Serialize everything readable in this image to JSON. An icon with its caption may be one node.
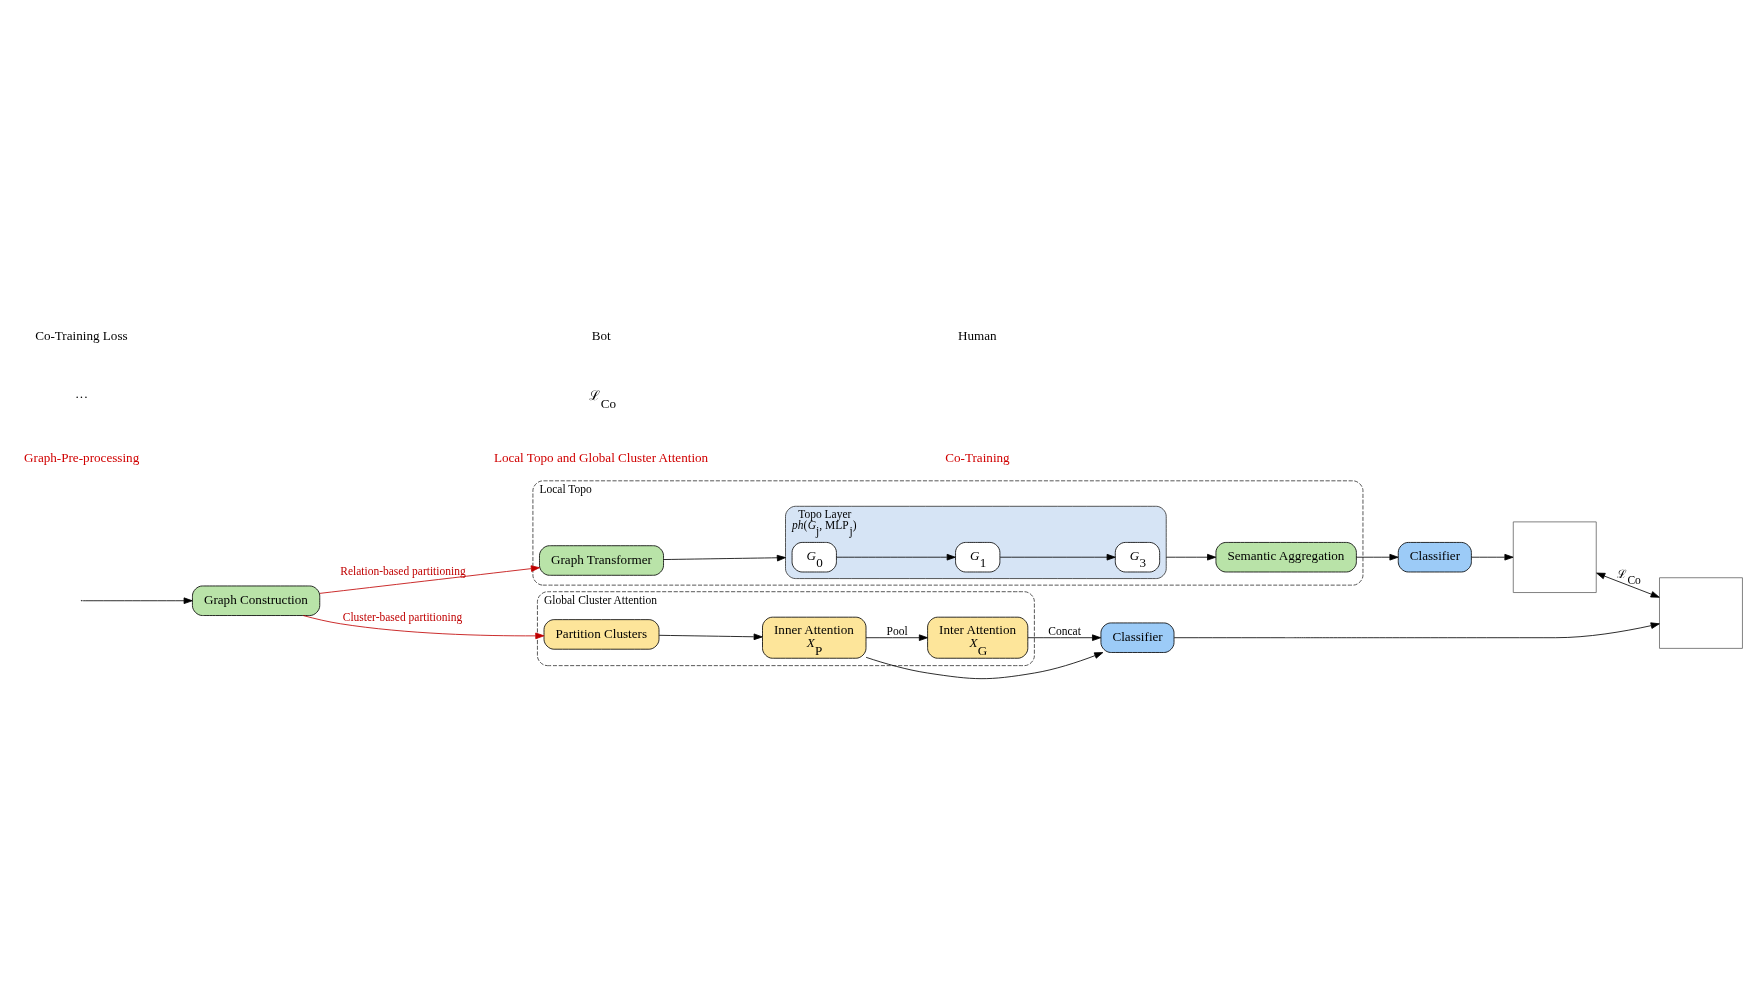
{
  "diagram": {
    "nodes": [
      {
        "text": [
          "Graph Construction"
        ]
      },
      {
        "text": [
          "Local Topo"
        ]
      },
      {
        "text": [
          "Graph Transformer"
        ],
        "in": 1
      },
      {
        "text": [
          "Topo Layer",
          "*ph*(*G*$_{j}$, MLP$_{j}$)"
        ],
        "in": 1
      },
      {
        "text": [
          "*G*$_{0}$"
        ],
        "in": 3
      },
      {
        "text": [
          "*G*$_{1}$"
        ],
        "in": 3
      },
      {
        "text": [
          "*G*$_{3}$"
        ],
        "in": 3
      },
      {
        "text": [
          "Semantic Aggregation"
        ],
        "in": 1
      },
      {
        "text": [
          "Global Cluster Attention"
        ]
      },
      {
        "text": [
          "Partition Clusters"
        ],
        "in": 8
      },
      {
        "text": [
          "Inner Attention",
          "*X*$_{P}$"
        ],
        "in": 8
      },
      {
        "text": [
          "Inter Attention",
          "*X*$_{G}$"
        ],
        "in": 8
      },
      {
        "text": [
          "Classifier"
        ]
      },
      {
        "text": [
          "Classifier"
        ]
      },
      {
        "text": [],
        "shape": "box"
      },
      {
        "text": [],
        "shape": "box"
      }
    ],
    "edges": [
      {
        "from": null,
        "to": 0,
        "arrow": "to"
      },
      {
        "from": 0,
        "to": 2,
        "arrow": "to",
        "label": "Relation-based partitioning",
        "color": "#c00000"
      },
      {
        "from": 2,
        "to": 3,
        "arrow": "to"
      },
      {
        "from": 4,
        "to": 5,
        "arrow": "to"
      },
      {
        "from": 5,
        "to": 6,
        "arrow": "to"
      },
      {
        "from": 3,
        "to": 7,
        "arrow": "to"
      },
      {
        "from": 7,
        "to": 12,
        "arrow": "to"
      },
      {
        "from": 0,
        "to": 9,
        "arrow": "to",
        "label": "Cluster-based partitioning",
        "color": "#c00000"
      },
      {
        "from": 9,
        "to": 10,
        "arrow": "to"
      },
      {
        "from": 10,
        "to": 11,
        "arrow": "to",
        "label": "Pool"
      },
      {
        "from": 11,
        "to": 13,
        "arrow": "to",
        "label": "Concat"
      },
      {
        "from": 10,
        "to": 13,
        "arrow": "to"
      },
      {
        "from": 12,
        "to": 14,
        "arrow": "to"
      },
      {
        "from": 13,
        "to": 15,
        "arrow": "to"
      },
      {
        "from": 14,
        "to": 15,
        "arrow": "both",
        "label": "ℒ$_{Co}$"
      }
    ],
    "labels": [
      "Graph-Pre-processing",
      "Local Topo and Global Cluster Attention",
      "Co-Training",
      "···",
      "ℒ$_{Co}$"
    ],
    "legend": [
      {
        "text": "Co-Training Loss"
      },
      {
        "text": "Bot"
      },
      {
        "text": "Human"
      }
    ]
  }
}
